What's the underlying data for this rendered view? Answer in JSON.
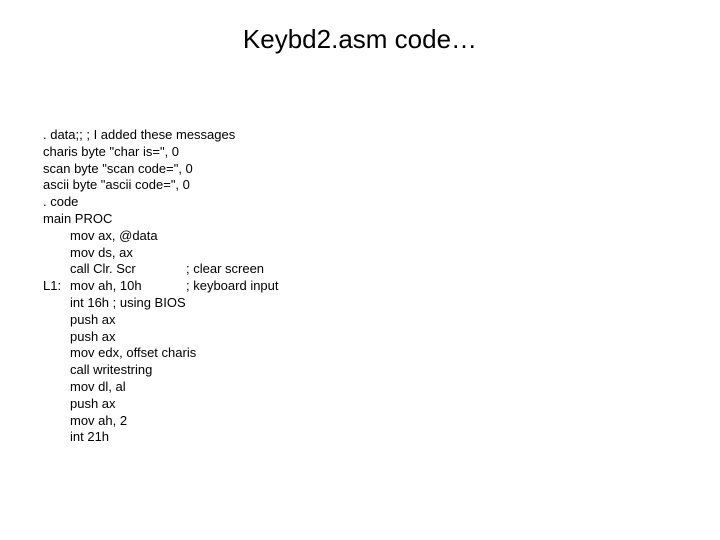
{
  "slide": {
    "title": "Keybd2.asm code…"
  },
  "code": {
    "lines": [
      {
        "label": "",
        "code": ". data;; ; I added these messages",
        "comment": ""
      },
      {
        "label": "",
        "code": "charis byte \"char is=\", 0",
        "comment": ""
      },
      {
        "label": "",
        "code": "scan byte \"scan code=\", 0",
        "comment": ""
      },
      {
        "label": "",
        "code": "ascii byte \"ascii code=\", 0",
        "comment": ""
      },
      {
        "label": "",
        "code": ". code",
        "comment": ""
      },
      {
        "label": "",
        "code": "main PROC",
        "comment": ""
      },
      {
        "label": "",
        "code": "mov ax, @data",
        "comment": ""
      },
      {
        "label": "",
        "code": "mov ds, ax",
        "comment": ""
      },
      {
        "label": "",
        "code": "call Clr. Scr",
        "comment": "; clear screen"
      },
      {
        "label": "L1:",
        "code": "mov ah, 10h",
        "comment": "; keyboard input"
      },
      {
        "label": "",
        "code": "int 16h ; using BIOS",
        "comment": ""
      },
      {
        "label": "",
        "code": "push ax",
        "comment": ""
      },
      {
        "label": "",
        "code": "push ax",
        "comment": ""
      },
      {
        "label": "",
        "code": "mov edx, offset charis",
        "comment": ""
      },
      {
        "label": "",
        "code": "call writestring",
        "comment": ""
      },
      {
        "label": "",
        "code": "mov dl, al",
        "comment": ""
      },
      {
        "label": "",
        "code": "push ax",
        "comment": ""
      },
      {
        "label": "",
        "code": "mov ah, 2",
        "comment": ""
      },
      {
        "label": "",
        "code": "int 21h",
        "comment": ""
      }
    ]
  }
}
